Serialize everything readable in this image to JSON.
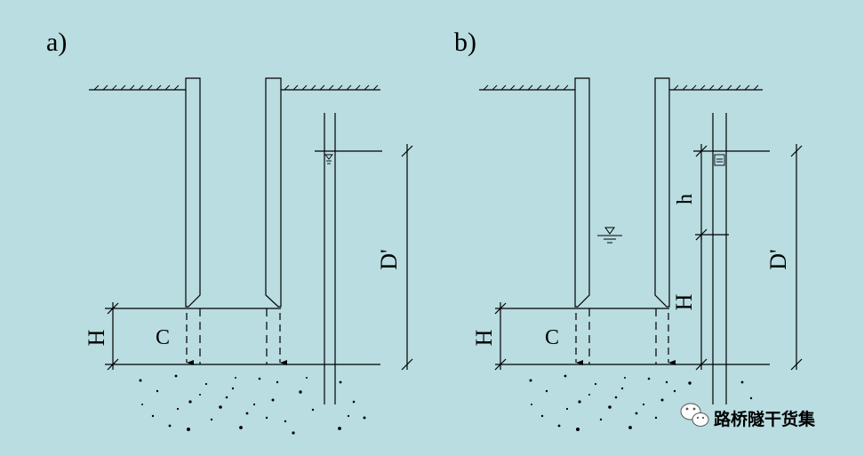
{
  "panels": [
    {
      "panel_label": "a)",
      "labels": {
        "H": "H",
        "C": "C",
        "D": "D'"
      }
    },
    {
      "panel_label": "b)",
      "labels": {
        "H_left": "H",
        "C": "C",
        "h": "h",
        "H_right": "H",
        "D": "D'"
      }
    }
  ],
  "watermark": {
    "text": "路桥隧干货集",
    "icon": "wechat-icon"
  },
  "colors": {
    "background": "#b9dde1",
    "ink": "#000000"
  }
}
